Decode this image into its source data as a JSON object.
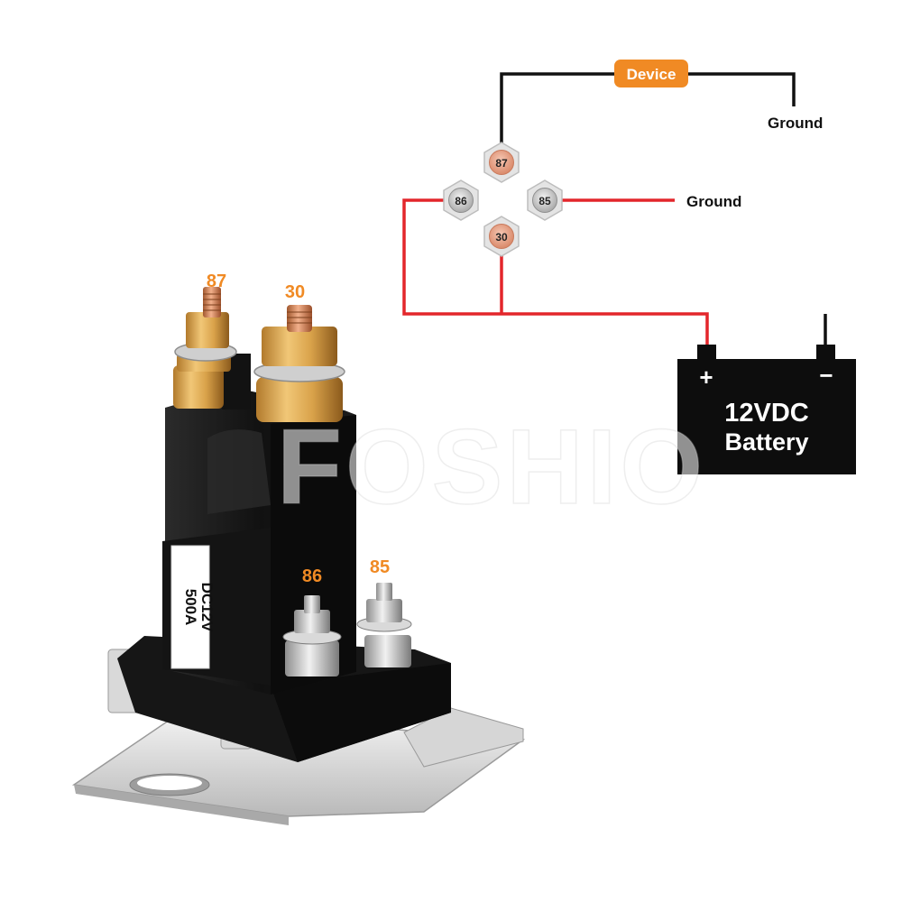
{
  "watermark": "FOSHIO",
  "wiring": {
    "device_label": "Device",
    "ground_top": "Ground",
    "ground_mid": "Ground",
    "terminals": {
      "t87": "87",
      "t86": "86",
      "t85": "85",
      "t30": "30"
    },
    "battery": {
      "line1": "12VDC",
      "line2": "Battery",
      "plus": "+",
      "minus": "−"
    }
  },
  "product": {
    "labels": {
      "t87": "87",
      "t30": "30",
      "t86": "86",
      "t85": "85"
    },
    "rating_line1": "500A",
    "rating_line2": "DC12V"
  },
  "colors": {
    "accent_orange": "#f08a24",
    "wire_red": "#e3262b",
    "wire_black": "#111111",
    "copper": "#e9a98f",
    "silver": "#c9c9c9",
    "battery_black": "#0d0d0d"
  }
}
